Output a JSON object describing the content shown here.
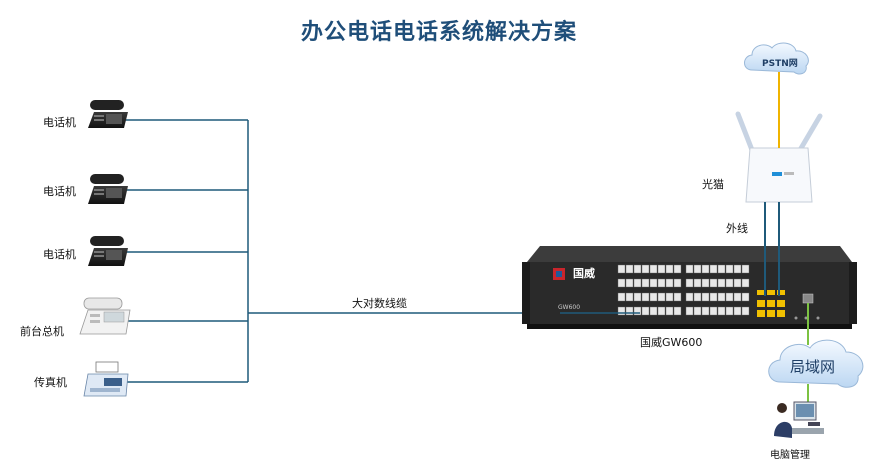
{
  "title": "办公电话电话系统解决方案",
  "labels": {
    "phone1": "电话机",
    "phone2": "电话机",
    "phone3": "电话机",
    "front_desk": "前台总机",
    "fax": "传真机",
    "trunk_cable": "大对数线缆",
    "gateway": "国威GW600",
    "modem": "光猫",
    "external_line": "外线",
    "pstn": "PSTN网",
    "lan": "局域网",
    "pc_admin": "电脑管理"
  },
  "device": {
    "brand": "国威",
    "model_mark": "GW600"
  },
  "colors": {
    "title": "#1f4e79",
    "wire_blue": "#1f5a7a",
    "wire_yellow": "#f0b400",
    "wire_green": "#7cc242",
    "cloud": "#cfe3f7",
    "device": "#2a2a2a"
  }
}
